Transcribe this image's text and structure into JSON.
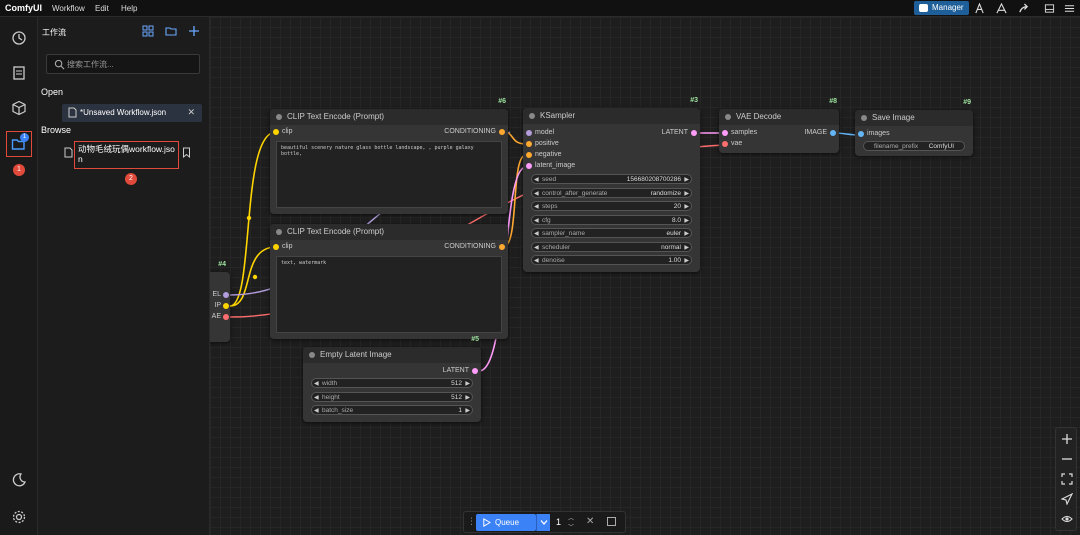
{
  "app": {
    "brand": "ComfyUI",
    "menus": [
      "Workflow",
      "Edit",
      "Help"
    ],
    "manager_label": "Manager"
  },
  "sidebar": {
    "title": "工作流",
    "search_placeholder": "搜索工作流...",
    "open_section": "Open",
    "open_item": "*Unsaved Workflow.json",
    "browse_section": "Browse",
    "browse_item": "动物毛绒玩偶workflow.json",
    "step1": "1",
    "step2": "2",
    "folder_badge": "1"
  },
  "nodes": {
    "clip1": {
      "id": "#6",
      "title": "CLIP Text Encode (Prompt)",
      "input": "clip",
      "output": "CONDITIONING",
      "text": "beautiful scenery nature glass bottle landscape, , purple galaxy bottle,"
    },
    "clip2": {
      "id": "",
      "title": "CLIP Text Encode (Prompt)",
      "input": "clip",
      "output": "CONDITIONING",
      "text": "text, watermark"
    },
    "ksampler": {
      "id": "#3",
      "title": "KSampler",
      "output": "LATENT",
      "inputs": [
        "model",
        "positive",
        "negative",
        "latent_image"
      ],
      "widgets": [
        {
          "label": "seed",
          "value": "156680208700286"
        },
        {
          "label": "control_after_generate",
          "value": "randomize"
        },
        {
          "label": "steps",
          "value": "20"
        },
        {
          "label": "cfg",
          "value": "8.0"
        },
        {
          "label": "sampler_name",
          "value": "euler"
        },
        {
          "label": "scheduler",
          "value": "normal"
        },
        {
          "label": "denoise",
          "value": "1.00"
        }
      ]
    },
    "vae": {
      "id": "#8",
      "title": "VAE Decode",
      "inputs": [
        "samples",
        "vae"
      ],
      "output": "IMAGE"
    },
    "save": {
      "id": "#9",
      "title": "Save Image",
      "input": "images",
      "widget_label": "filename_prefix",
      "widget_value": "ComfyUI"
    },
    "checkpoint": {
      "id": "#4",
      "outputs": [
        "EL",
        "IP",
        "AE"
      ]
    },
    "latent": {
      "id": "#5",
      "title": "Empty Latent Image",
      "output": "LATENT",
      "widgets": [
        {
          "label": "width",
          "value": "512"
        },
        {
          "label": "height",
          "value": "512"
        },
        {
          "label": "batch_size",
          "value": "1"
        }
      ]
    }
  },
  "queue": {
    "label": "Queue",
    "count": "1"
  },
  "colors": {
    "accent": "#3b82f6",
    "highlight": "#e04a3a",
    "clip_link": "#ffd500",
    "model_link": "#b39ddb",
    "vae_link": "#ff6e6e",
    "latent_link": "#ff9cf9",
    "image_link": "#64b5f6",
    "cond_link": "#ffa931"
  }
}
